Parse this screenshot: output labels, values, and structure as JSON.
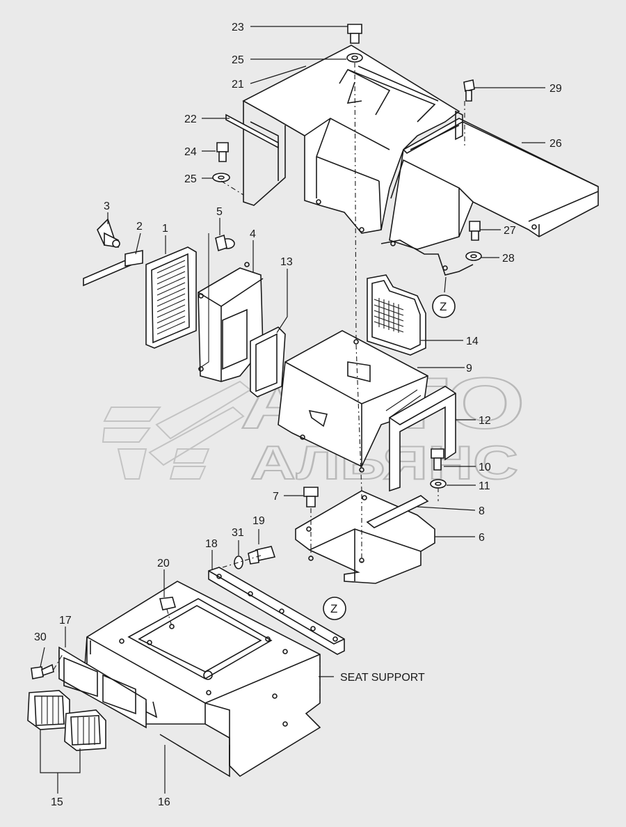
{
  "diagram": {
    "callouts": [
      {
        "id": "c23",
        "text": "23"
      },
      {
        "id": "c25a",
        "text": "25"
      },
      {
        "id": "c21",
        "text": "21"
      },
      {
        "id": "c29",
        "text": "29"
      },
      {
        "id": "c22",
        "text": "22"
      },
      {
        "id": "c26",
        "text": "26"
      },
      {
        "id": "c24",
        "text": "24"
      },
      {
        "id": "c25b",
        "text": "25"
      },
      {
        "id": "c3",
        "text": "3"
      },
      {
        "id": "c5",
        "text": "5"
      },
      {
        "id": "c2",
        "text": "2"
      },
      {
        "id": "c1",
        "text": "1"
      },
      {
        "id": "c4",
        "text": "4"
      },
      {
        "id": "c27",
        "text": "27"
      },
      {
        "id": "c28",
        "text": "28"
      },
      {
        "id": "c13",
        "text": "13"
      },
      {
        "id": "c14",
        "text": "14"
      },
      {
        "id": "c9",
        "text": "9"
      },
      {
        "id": "c12",
        "text": "12"
      },
      {
        "id": "c10",
        "text": "10"
      },
      {
        "id": "c11",
        "text": "11"
      },
      {
        "id": "c7",
        "text": "7"
      },
      {
        "id": "c8",
        "text": "8"
      },
      {
        "id": "c6",
        "text": "6"
      },
      {
        "id": "c19",
        "text": "19"
      },
      {
        "id": "c31",
        "text": "31"
      },
      {
        "id": "c18",
        "text": "18"
      },
      {
        "id": "c20",
        "text": "20"
      },
      {
        "id": "c17",
        "text": "17"
      },
      {
        "id": "c30",
        "text": "30"
      },
      {
        "id": "c15",
        "text": "15"
      },
      {
        "id": "c16",
        "text": "16"
      }
    ],
    "reference_markers": [
      {
        "id": "zTop",
        "text": "Z"
      },
      {
        "id": "zBottom",
        "text": "Z"
      }
    ],
    "seat_support_label": "SEAT SUPPORT"
  },
  "watermark": {
    "line1": "АВТО",
    "line2": "АЛЬЯНС"
  }
}
